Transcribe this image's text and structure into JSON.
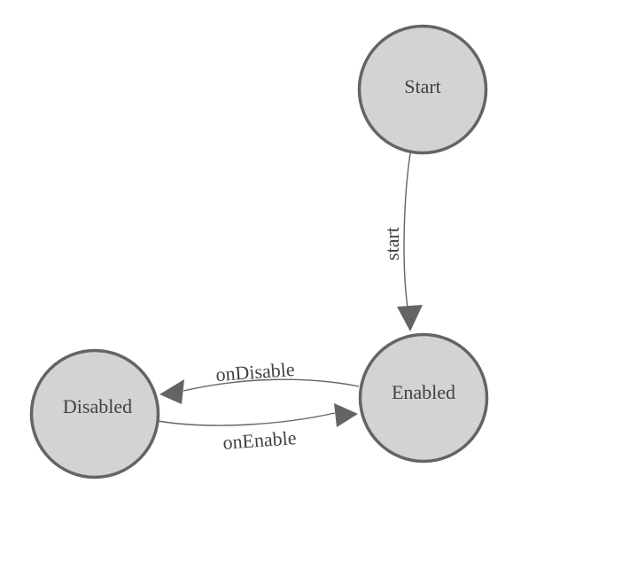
{
  "colors": {
    "bg": "#ffffff",
    "node_fill": "#d3d3d3",
    "node_stroke": "#646464",
    "edge": "#646464",
    "label_text": "#3f4247"
  },
  "diagram": {
    "type": "state-machine",
    "nodes": [
      {
        "id": "start",
        "label": "Start"
      },
      {
        "id": "enabled",
        "label": "Enabled"
      },
      {
        "id": "disabled",
        "label": "Disabled"
      }
    ],
    "edges": [
      {
        "id": "start-to-enabled",
        "from": "Start",
        "to": "Enabled",
        "label": "start"
      },
      {
        "id": "enabled-to-disabled",
        "from": "Enabled",
        "to": "Disabled",
        "label": "onDisable"
      },
      {
        "id": "disabled-to-enabled",
        "from": "Disabled",
        "to": "Enabled",
        "label": "onEnable"
      }
    ]
  }
}
